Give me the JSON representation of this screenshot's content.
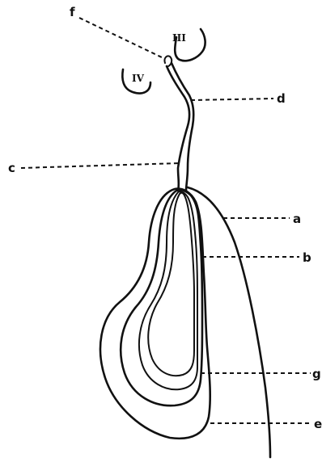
{
  "labels": {
    "f": "f",
    "d": "d",
    "c": "c",
    "a": "a",
    "b": "b",
    "g": "g",
    "e": "e"
  },
  "tooth_numerals": {
    "upper": "III",
    "lower": "IV"
  },
  "colors": {
    "ink": "#111111",
    "background": "#ffffff"
  }
}
